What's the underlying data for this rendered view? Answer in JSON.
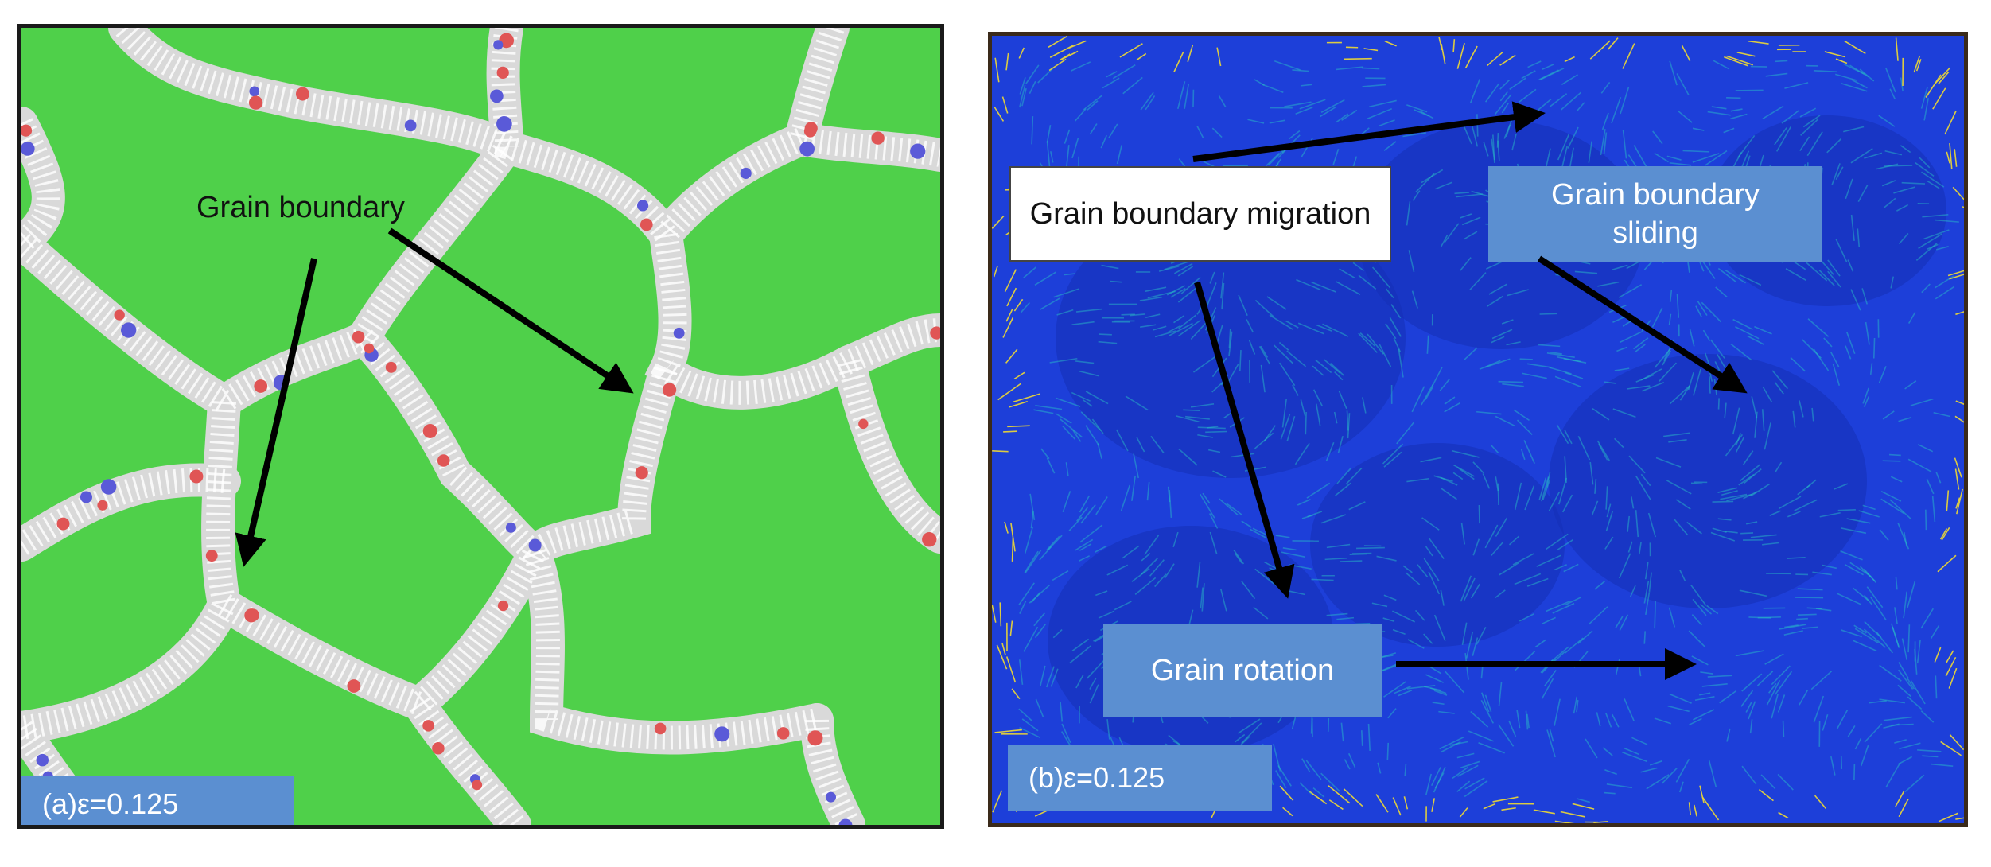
{
  "panel_a": {
    "label": "(a)ε=0.125",
    "callout": "Grain boundary",
    "colors": {
      "grain": "#4fd04a",
      "boundary": "#d9d9d9",
      "defect_red": "#e05555",
      "defect_blue": "#5a5ad8"
    }
  },
  "panel_b": {
    "label": "(b)ε=0.125",
    "callouts": {
      "migration": "Grain boundary migration",
      "sliding": "Grain boundary sliding",
      "rotation": "Grain rotation"
    },
    "colors": {
      "field": "#1d3fd9",
      "arrows_low": "#2ac7c7",
      "arrows_high": "#e6d33a"
    }
  },
  "arrow_color": "#000000"
}
